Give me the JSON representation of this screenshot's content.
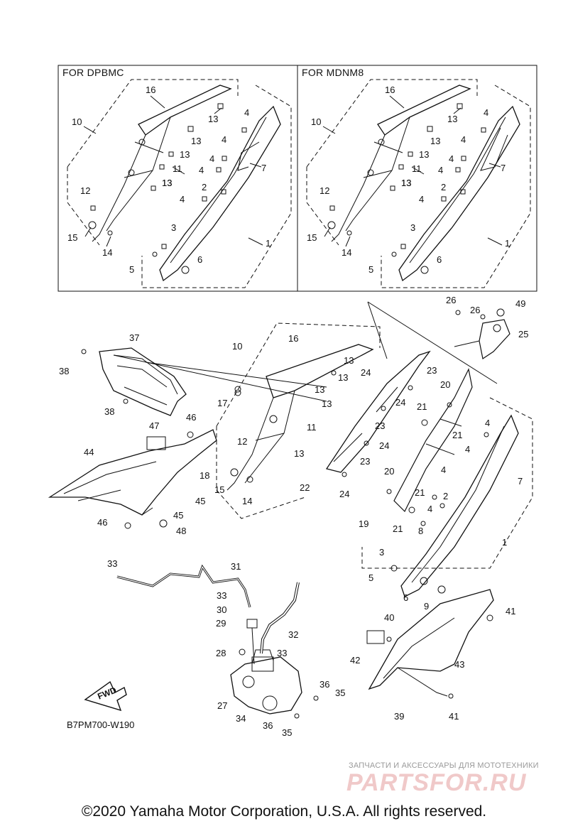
{
  "insets": [
    {
      "label": "FOR DPBMC"
    },
    {
      "label": "FOR MDNM8"
    }
  ],
  "diagram_code": "B7PM700-W190",
  "fwd_label": "FWD",
  "watermark": {
    "subtitle": "ЗАПЧАСТИ И АКСЕССУАРЫ ДЛЯ МОТОТЕХНИКИ",
    "logo": "PARTSFOR.RU"
  },
  "copyright": "©2020 Yamaha Motor Corporation, U.S.A. All rights reserved.",
  "callouts_inset": [
    "16",
    "13",
    "13",
    "13",
    "4",
    "4",
    "4",
    "4",
    "10",
    "13",
    "11",
    "13",
    "7",
    "2",
    "4",
    "12",
    "15",
    "14",
    "3",
    "5",
    "6",
    "1"
  ],
  "callouts_main": [
    "26",
    "26",
    "49",
    "25",
    "37",
    "16",
    "10",
    "38",
    "13",
    "24",
    "23",
    "13",
    "13",
    "24",
    "38",
    "17",
    "13",
    "20",
    "23",
    "24",
    "46",
    "47",
    "21",
    "12",
    "11",
    "4",
    "13",
    "21",
    "44",
    "18",
    "4",
    "15",
    "14",
    "22",
    "23",
    "24",
    "20",
    "2",
    "4",
    "45",
    "45",
    "21",
    "19",
    "21",
    "8",
    "4",
    "7",
    "46",
    "48",
    "1",
    "33",
    "31",
    "3",
    "5",
    "33",
    "30",
    "9",
    "6",
    "41",
    "29",
    "32",
    "40",
    "28",
    "33",
    "42",
    "43",
    "27",
    "36",
    "35",
    "34",
    "36",
    "35",
    "39",
    "41"
  ]
}
